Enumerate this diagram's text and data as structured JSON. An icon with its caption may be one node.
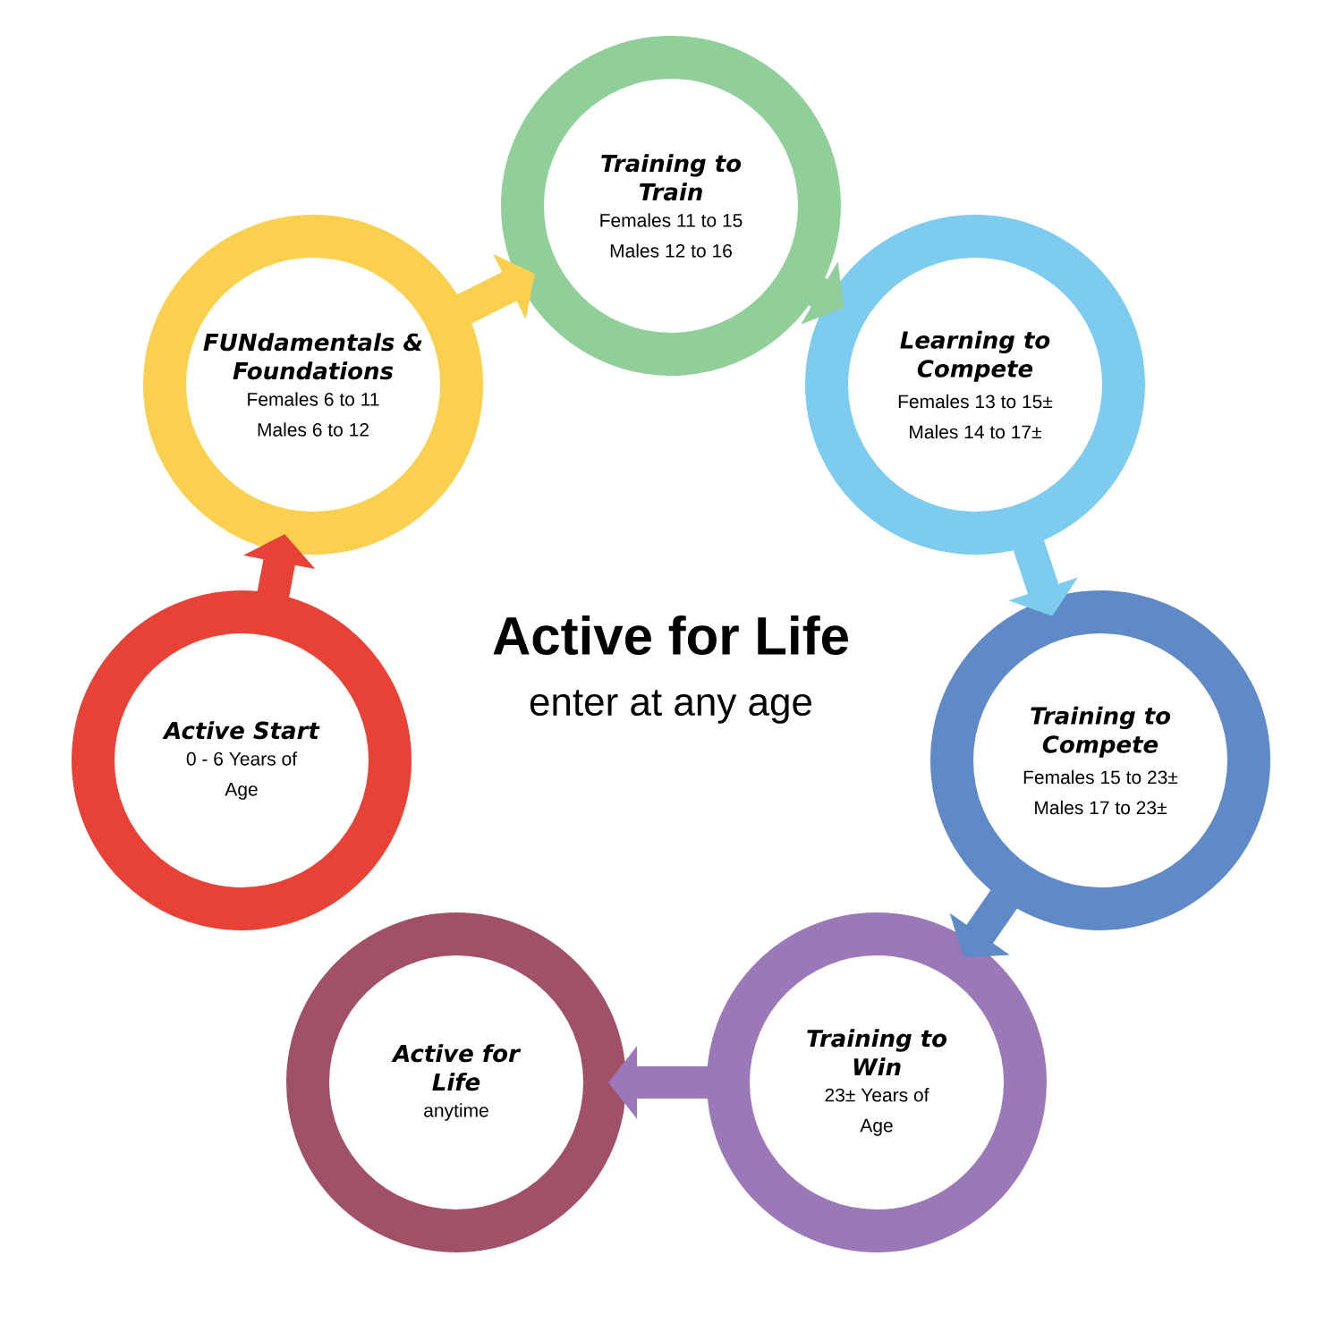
{
  "diagram": {
    "title": "Active for Life",
    "nodes": [
      {
        "text": [
          "Active Start",
          "0 - 6 Years of Age"
        ]
      },
      {
        "text": [
          "FUNdamentals & Foundations",
          "Females 6 to 11 Males 6 to 12"
        ]
      },
      {
        "text": [
          "Training to Train",
          "Females 11 to 15 Males 12 to 16"
        ]
      },
      {
        "text": [
          "Learning to Compete",
          "Females 13 to 15± Males 14 to 17±"
        ]
      },
      {
        "text": [
          "Training to Compete",
          "Females 15 to 23± Males 17 to 23±"
        ]
      },
      {
        "text": [
          "Training to Win",
          "23± Years of Age"
        ]
      },
      {
        "text": [
          "Active for Life",
          "anytime"
        ]
      }
    ],
    "edges": [
      {
        "from": 0,
        "to": 1,
        "arrow": "to",
        "color": "#e84135"
      },
      {
        "from": 1,
        "to": 2,
        "arrow": "to",
        "color": "#fcd04f"
      },
      {
        "from": 2,
        "to": 3,
        "arrow": "to",
        "color": "#91cf9a"
      },
      {
        "from": 3,
        "to": 4,
        "arrow": "to",
        "color": "#7dcbef"
      },
      {
        "from": 4,
        "to": 5,
        "arrow": "to",
        "color": "#5f89c7"
      },
      {
        "from": 5,
        "to": 6,
        "arrow": "to",
        "color": "#9b79b8"
      }
    ],
    "labels": [
      "enter at any age"
    ]
  }
}
